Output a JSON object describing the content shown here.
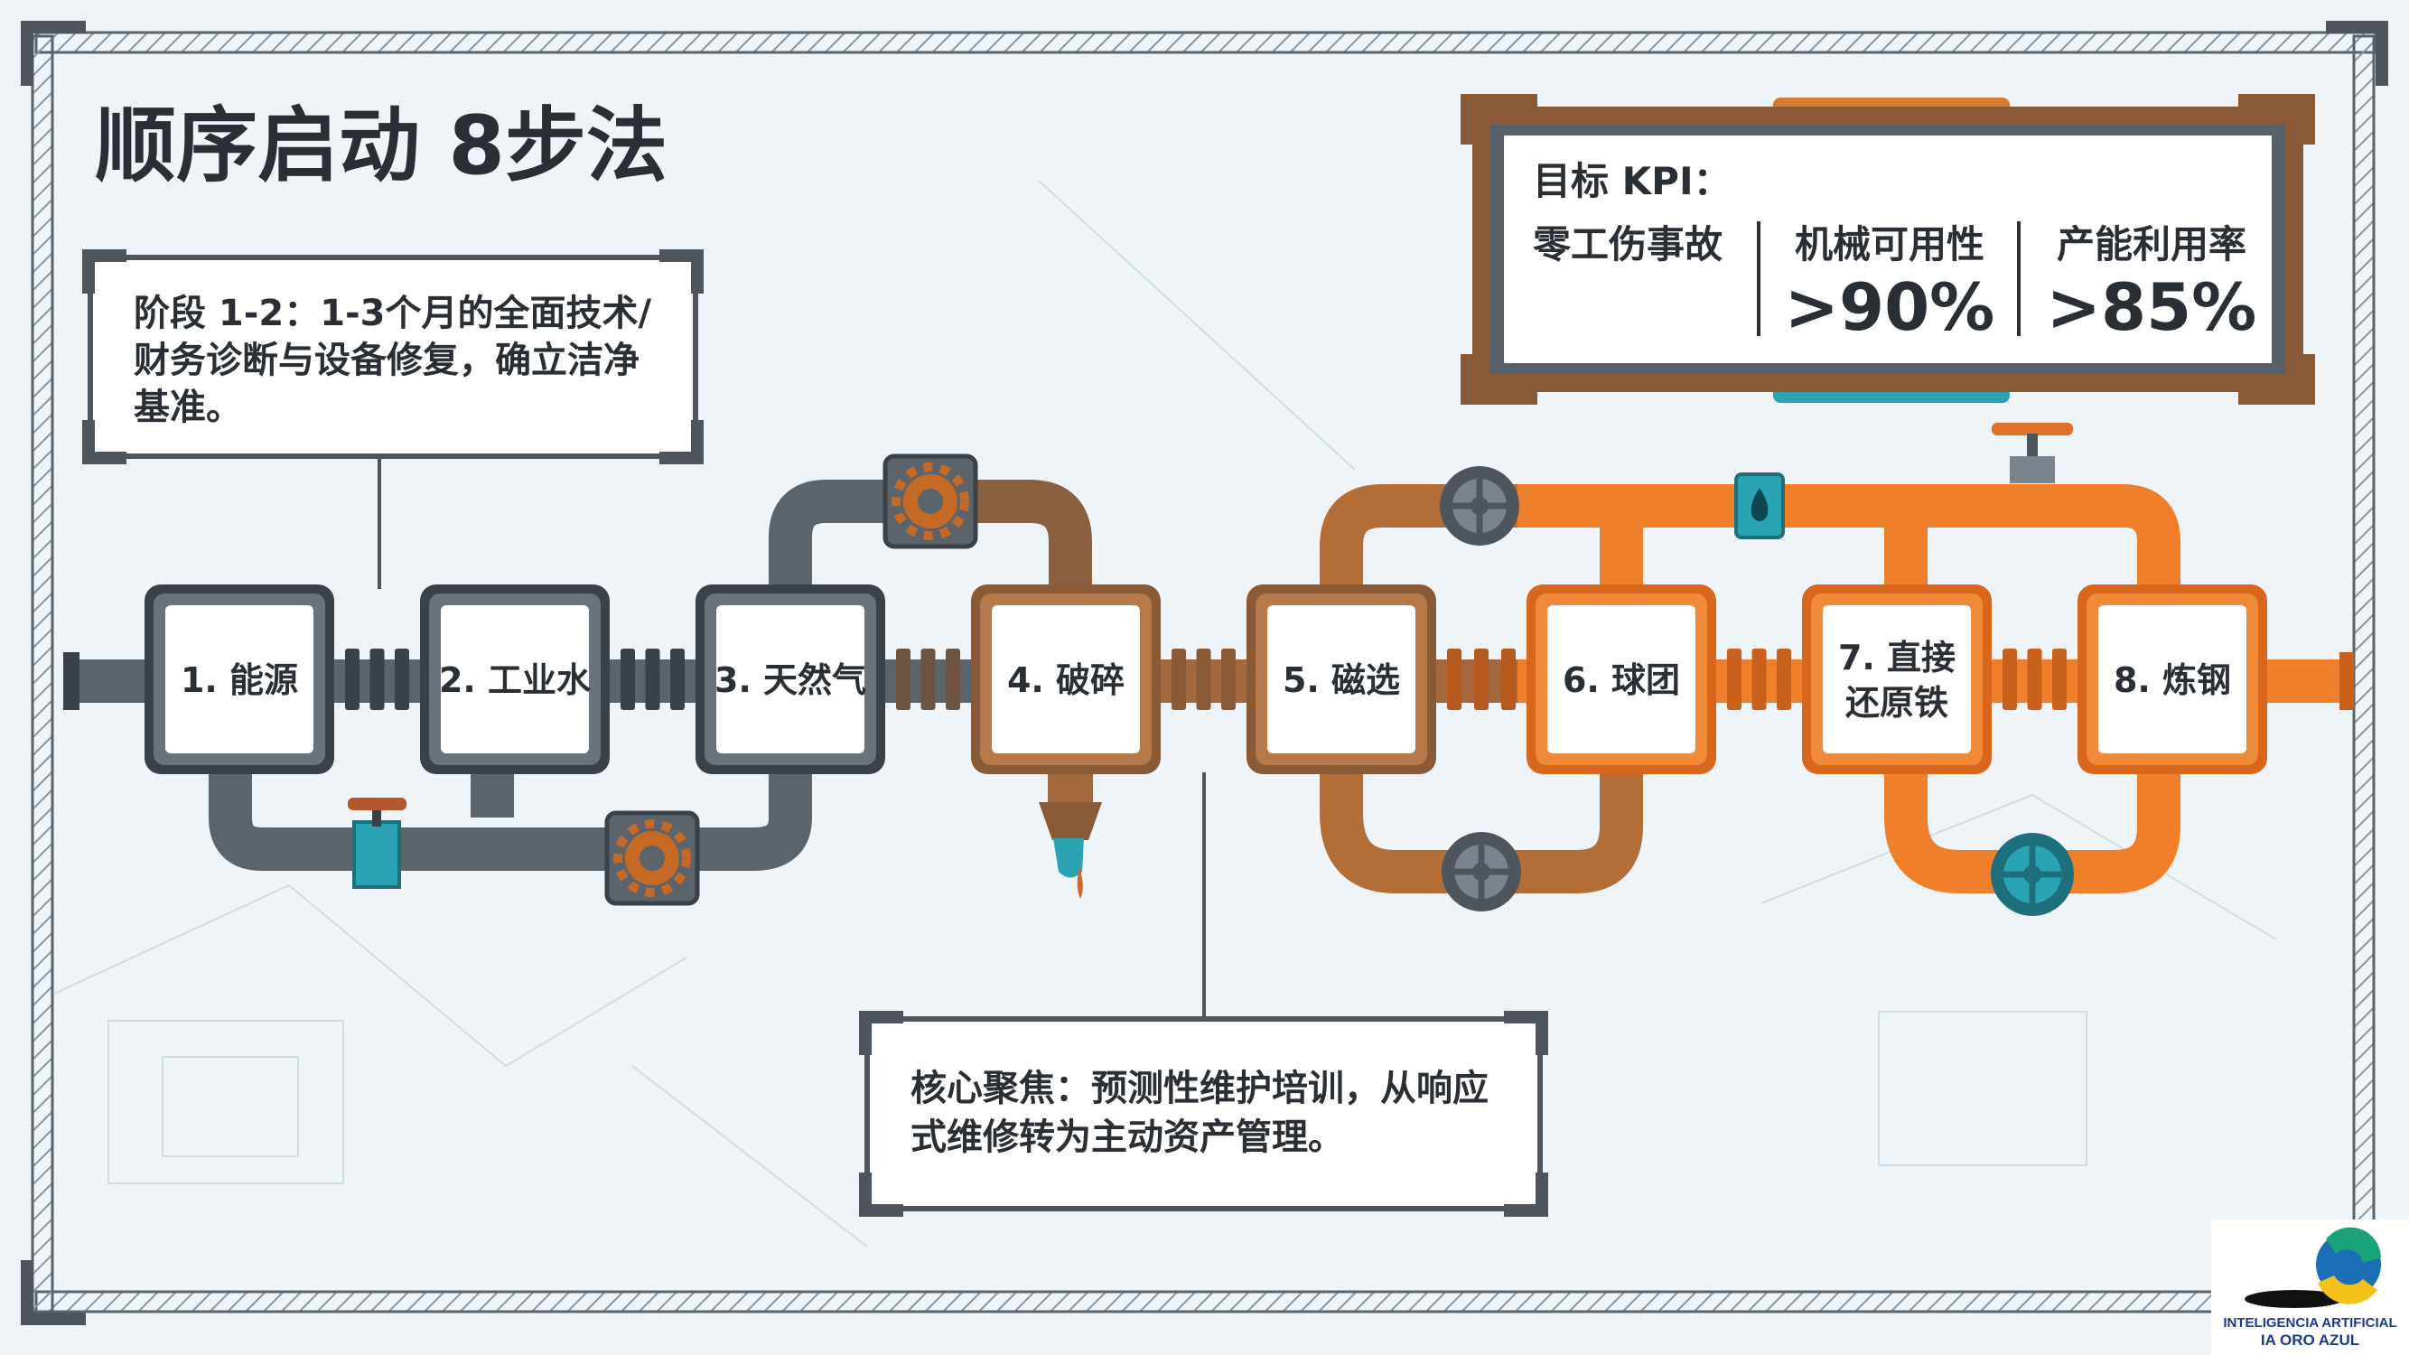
{
  "title": "顺序启动 8步法",
  "phase_note": [
    "阶段 1-2：1-3个月的全面技术/",
    "财务诊断与设备修复，确立洁净",
    "基准。"
  ],
  "kpi": {
    "heading": "目标 KPI：",
    "items": [
      {
        "label": "零工伤事故",
        "value": ""
      },
      {
        "label": "机械可用性",
        "value": ">90%"
      },
      {
        "label": "产能利用率",
        "value": ">85%"
      }
    ]
  },
  "steps": [
    {
      "lines": [
        "1. 能源"
      ],
      "theme": "gray"
    },
    {
      "lines": [
        "2. 工业水"
      ],
      "theme": "gray"
    },
    {
      "lines": [
        "3. 天然气"
      ],
      "theme": "gray"
    },
    {
      "lines": [
        "4. 破碎"
      ],
      "theme": "rust"
    },
    {
      "lines": [
        "5. 磁选"
      ],
      "theme": "rust"
    },
    {
      "lines": [
        "6. 球团"
      ],
      "theme": "orange"
    },
    {
      "lines": [
        "7. 直接",
        "还原铁"
      ],
      "theme": "orange"
    },
    {
      "lines": [
        "8. 炼钢"
      ],
      "theme": "orange"
    }
  ],
  "focus_note": [
    "核心聚焦：预测性维护培训，从响应",
    "式维修转为主动资产管理。"
  ],
  "logo": {
    "line1": "INTELIGENCIA ARTIFICIAL",
    "line2": "IA ORO AZUL"
  },
  "colors": {
    "gray": "#5b636b",
    "gray_dark": "#3a4148",
    "rust": "#a3683d",
    "orange": "#ef7f2b",
    "teal": "#2aa3b5",
    "navy": "#1c3a8c",
    "text": "#2a2f35"
  }
}
